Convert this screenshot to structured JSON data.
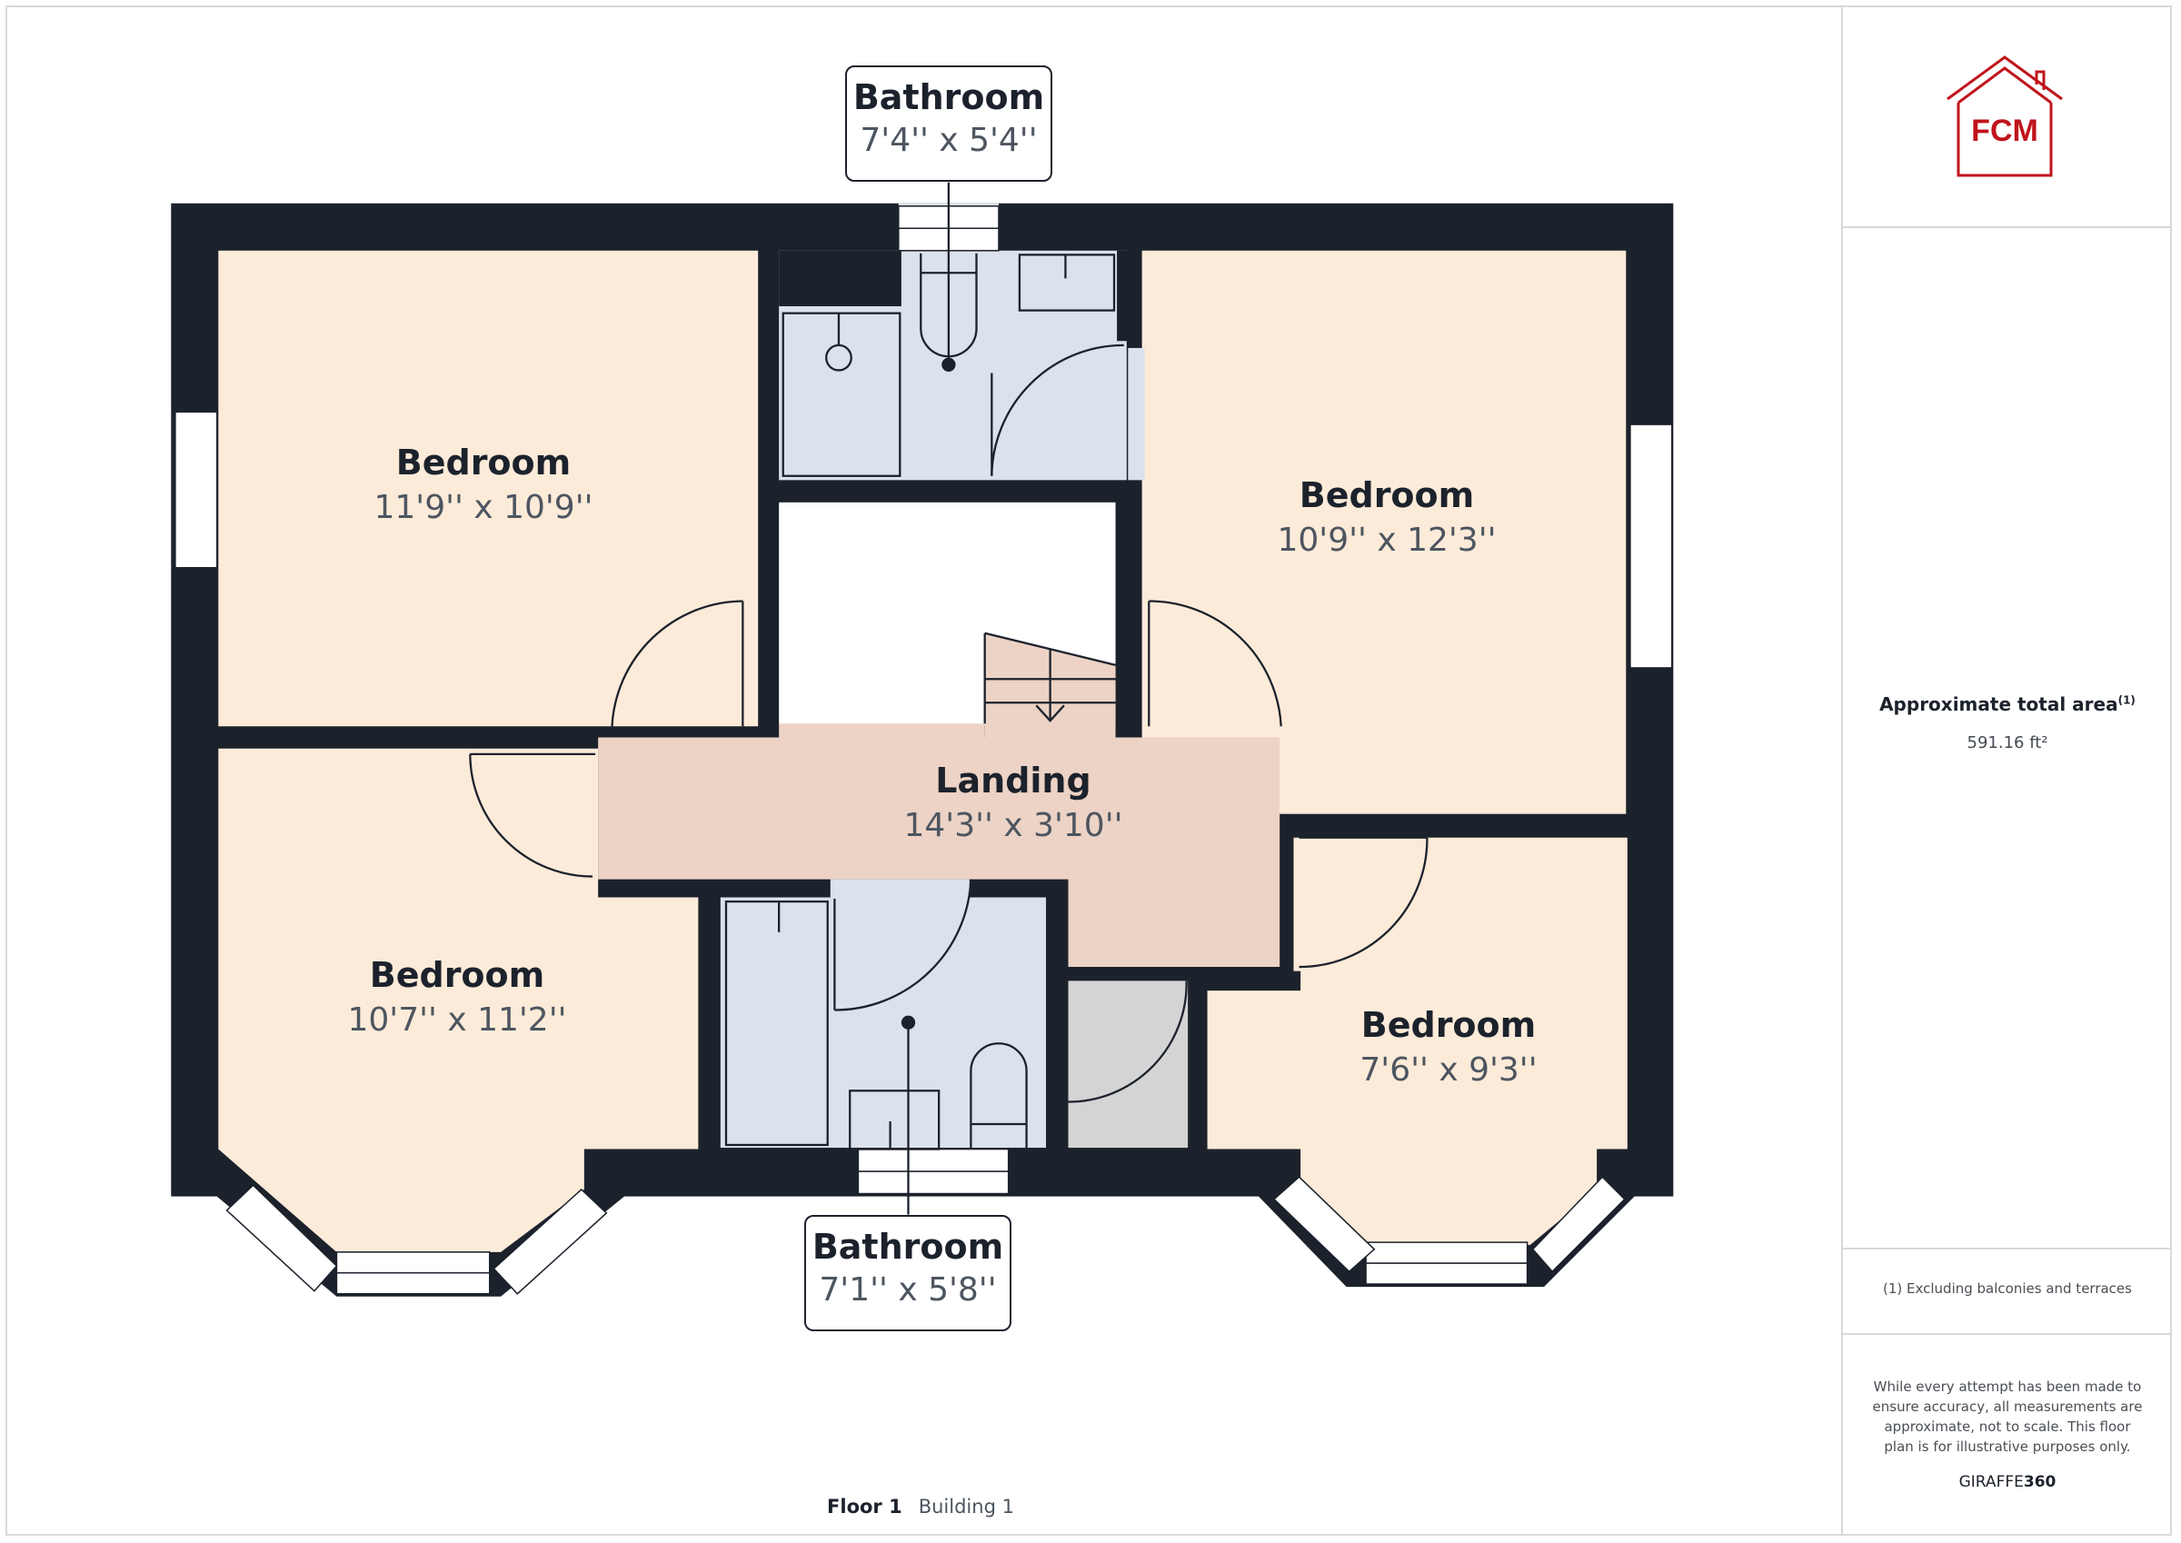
{
  "plan": {
    "rooms": [
      {
        "name": "Bedroom",
        "dims": "11'9'' x 10'9''"
      },
      {
        "name": "Bedroom",
        "dims": "10'9'' x 12'3''"
      },
      {
        "name": "Landing",
        "dims": "14'3'' x 3'10''"
      },
      {
        "name": "Bedroom",
        "dims": "10'7'' x 11'2''"
      },
      {
        "name": "Bedroom",
        "dims": "7'6'' x 9'3''"
      }
    ],
    "callouts": [
      {
        "name": "Bathroom",
        "dims": "7'4'' x 5'4''"
      },
      {
        "name": "Bathroom",
        "dims": "7'1'' x 5'8''"
      }
    ],
    "colors": {
      "wall": "#1c222c",
      "bedroom": "#fdebd9",
      "landing": "#ecd3c5",
      "bathroom": "#dce2ec",
      "closet": "#d4d4d4",
      "logo": "#c0141c"
    }
  },
  "footer": {
    "floor": "Floor 1",
    "building": "Building 1"
  },
  "sidebar": {
    "logo_text": "FCM",
    "area_title": "Approximate total area",
    "area_sup": "(1)",
    "area_value": "591.16 ft²",
    "note": "(1) Excluding balconies and terraces",
    "disclaimer": "While every attempt has been made to ensure accuracy, all measurements are approximate, not to scale. This floor plan is for illustrative purposes only.",
    "brand_light": "GIRAFFE",
    "brand_bold": "360"
  }
}
